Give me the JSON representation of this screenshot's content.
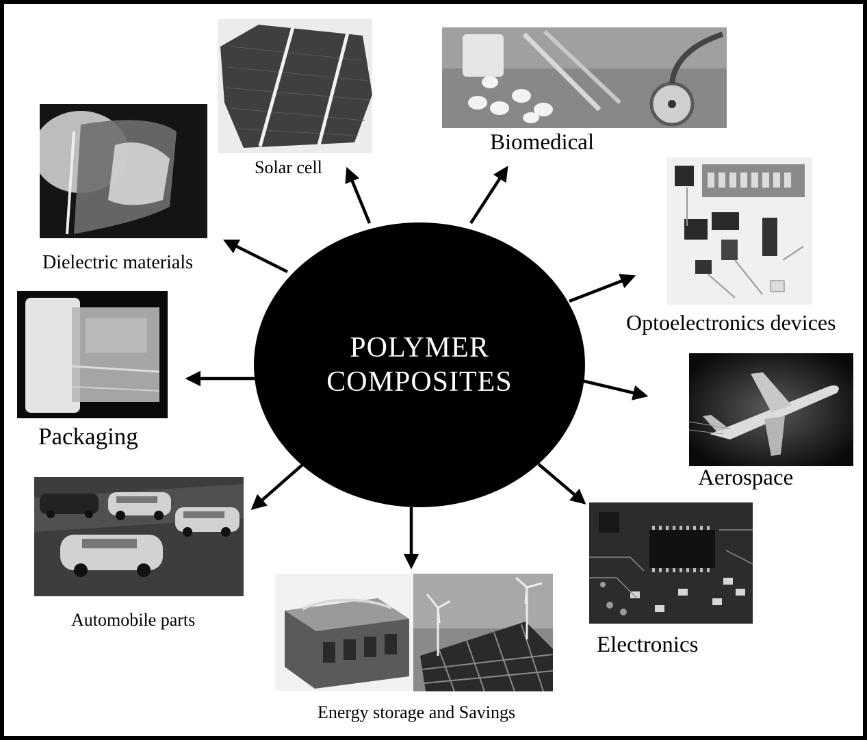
{
  "hub": {
    "line1": "POLYMER",
    "line2": "COMPOSITES"
  },
  "applications": {
    "solar_cell": "Solar cell",
    "biomedical": "Biomedical",
    "dielectric_materials": "Dielectric materials",
    "optoelectronics_devices": "Optoelectronics devices",
    "packaging": "Packaging",
    "aerospace": "Aerospace",
    "automobile_parts": "Automobile parts",
    "electronics": "Electronics",
    "energy_storage": "Energy storage and Savings"
  },
  "colors": {
    "hub": "#000000",
    "arrow": "#000000",
    "frame": "#000000",
    "text": "#000000"
  }
}
